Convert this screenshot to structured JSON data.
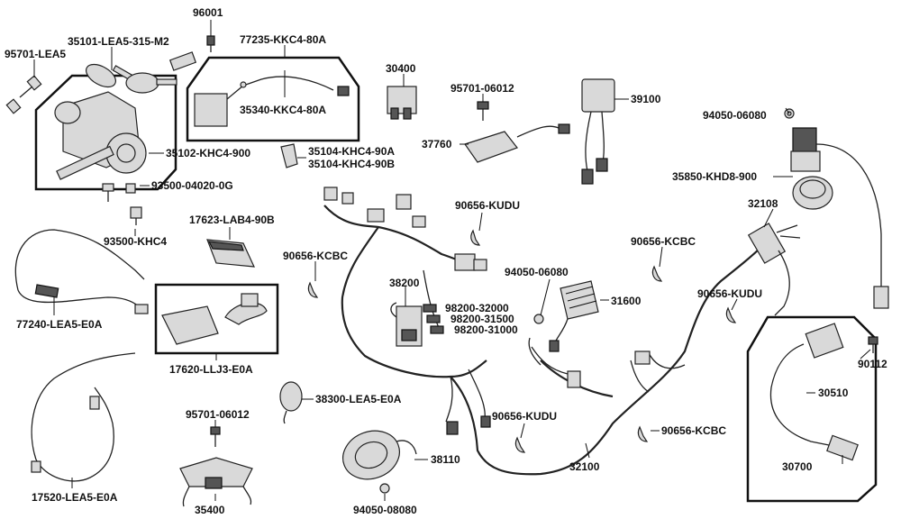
{
  "parts": {
    "p96001": "96001",
    "p35101": "35101-LEA5-315-M2",
    "p95701_lea5": "95701-LEA5",
    "p77235": "77235-KKC4-80A",
    "p35340": "35340-KKC4-80A",
    "p35102": "35102-KHC4-900",
    "p30400": "30400",
    "p95701_06012_top": "95701-06012",
    "p37760": "37760",
    "p39100": "39100",
    "p94050_06080_top": "94050-06080",
    "p35104a": "35104-KHC4-90A",
    "p35104b": "35104-KHC4-90B",
    "p93500_04020": "93500-04020-0G",
    "p93500_khc4": "93500-KHC4",
    "p35850": "35850-KHD8-900",
    "p17623": "17623-LAB4-90B",
    "p90656_kudu_top": "90656-KUDU",
    "p32108": "32108",
    "p90656_kcbc_left": "90656-KCBC",
    "p90656_kcbc_right": "90656-KCBC",
    "p94050_06080_mid": "94050-06080",
    "p38200": "38200",
    "p31600": "31600",
    "p98200_32000": "98200-32000",
    "p98200_31500": "98200-31500",
    "p98200_31000": "98200-31000",
    "p90656_kudu_right": "90656-KUDU",
    "p77240": "77240-LEA5-E0A",
    "p17620": "17620-LLJ3-E0A",
    "p90112": "90112",
    "p30510": "30510",
    "p38300": "38300-LEA5-E0A",
    "p95701_06012_bottom": "95701-06012",
    "p90656_kudu_bottom": "90656-KUDU",
    "p90656_kcbc_bottom": "90656-KCBC",
    "p38110": "38110",
    "p32100": "32100",
    "p30700": "30700",
    "p17520": "17520-LEA5-E0A",
    "p35400": "35400",
    "p94050_08080": "94050-08080"
  }
}
